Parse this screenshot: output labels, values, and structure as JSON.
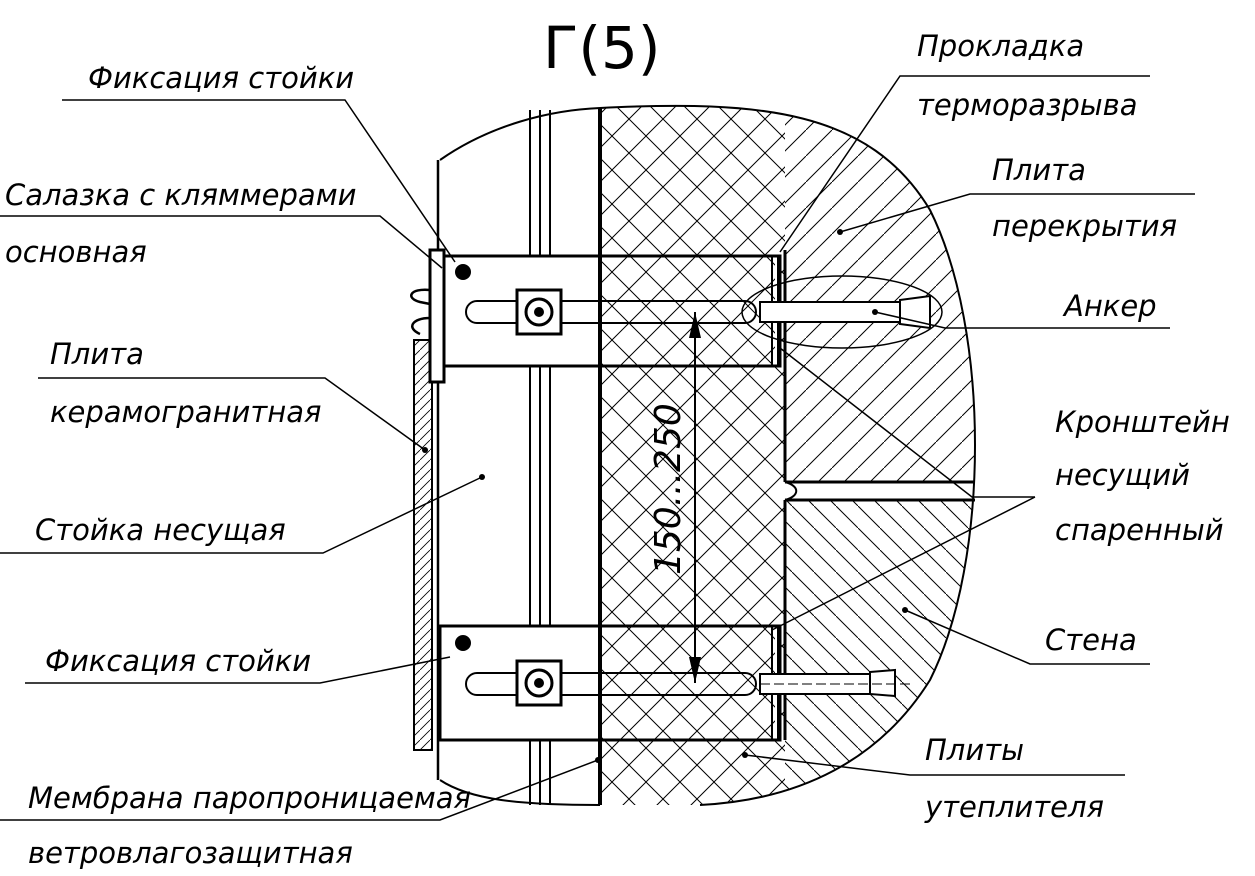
{
  "title": "Г(5)",
  "dimension": "150...250",
  "labels": {
    "fix_top": "Фиксация стойки",
    "sled_line1": "Салазка с кляммерами",
    "sled_line2": "основная",
    "plate_line1": "Плита",
    "plate_line2": "керамогранитная",
    "post": "Стойка несущая",
    "fix_bottom": "Фиксация стойки",
    "membrane_line1": "Мембрана паропроницаемая",
    "membrane_line2": "ветровлагозащитная",
    "gasket_line1": "Прокладка",
    "gasket_line2": "терморазрыва",
    "slab_line1": "Плита",
    "slab_line2": "перекрытия",
    "anchor": "Анкер",
    "bracket_line1": "Кронштейн",
    "bracket_line2": "несущий",
    "bracket_line3": "спаренный",
    "wall": "Стена",
    "insul_line1": "Плиты",
    "insul_line2": "утеплителя"
  }
}
